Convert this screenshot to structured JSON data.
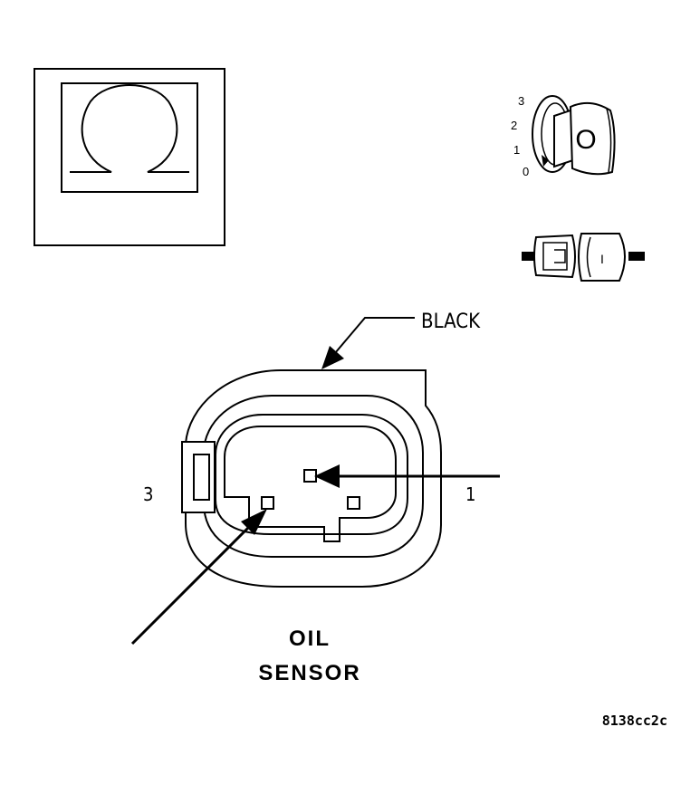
{
  "meter_symbol": "Ω",
  "ignition": {
    "positions": [
      "3",
      "2",
      "1",
      "0"
    ]
  },
  "key_glyph": "O",
  "connector_glyph": "I",
  "connector": {
    "color_label": "BLACK",
    "pin_left": "3",
    "pin_right": "1"
  },
  "component": {
    "line1": "OIL",
    "line2": "SENSOR"
  },
  "figure_code": "8138cc2c",
  "colors": {
    "ink": "#000000",
    "paper": "#ffffff"
  }
}
